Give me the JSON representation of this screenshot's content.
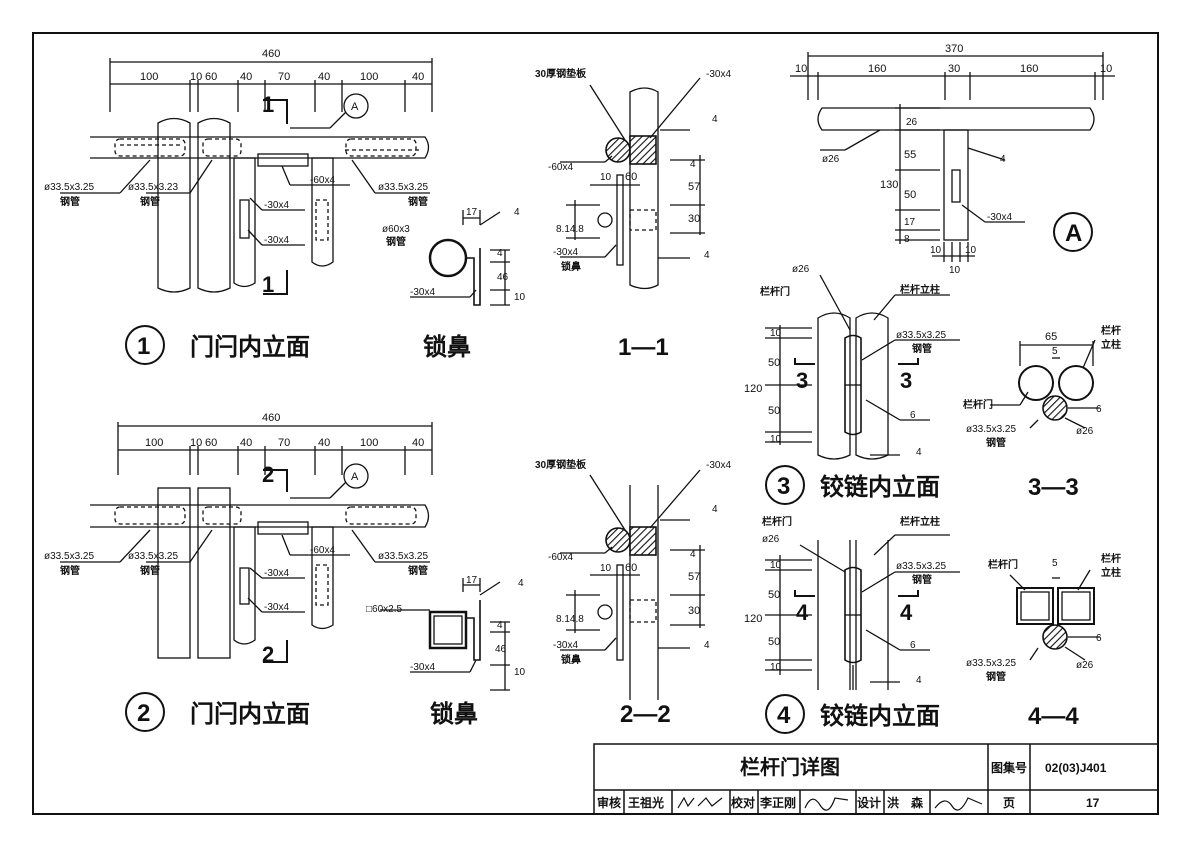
{
  "titles": {
    "detail1": "门闩内立面",
    "detail2": "门闩内立面",
    "lock": "锁鼻",
    "lock2": "锁鼻",
    "sec11": "1—1",
    "sec22": "2—2",
    "detail3": "铰链内立面",
    "detail4": "铰链内立面",
    "sec33": "3—3",
    "sec44": "4—4",
    "num1": "1",
    "num2": "2",
    "num3": "3",
    "num4": "4",
    "markA": "A",
    "markA_small": "A"
  },
  "dims": {
    "d460": "460",
    "d100": "100",
    "d10": "10",
    "d60": "60",
    "d40": "40",
    "d70": "70",
    "d370": "370",
    "d160": "160",
    "d30": "30",
    "d26": "26",
    "d55": "55",
    "d130": "130",
    "d50": "50",
    "d17": "17",
    "d8": "8",
    "d57": "57",
    "d4": "4",
    "d46": "46",
    "d120": "120",
    "d65": "65",
    "d5": "5",
    "d6": "6",
    "d14": "8.14.8"
  },
  "labels": {
    "pipe_3325": "ø33.5x3.25",
    "pipe_3323": "ø33.5x3.23",
    "steel_pipe": "钢管",
    "flat_60x4": "-60x4",
    "flat_30x4": "-30x4",
    "pipe_60x3": "ø60x3",
    "pad_30": "30厚钢垫板",
    "phi26": "ø26",
    "rail_door": "栏杆门",
    "rail_post": "栏杆立柱",
    "rail": "栏杆",
    "post": "立柱",
    "sq_60x25": "□60x2.5",
    "weld4": "4",
    "weld6": "6",
    "lock_nose": "锁鼻",
    "cut1": "1",
    "cut2": "2",
    "cut3": "3",
    "cut4": "4"
  },
  "titleblock": {
    "title": "栏杆门详图",
    "atlas_label": "图集号",
    "atlas_no": "02(03)J401",
    "page_label": "页",
    "page_no": "17",
    "review": "审核",
    "reviewer": "王祖光",
    "check": "校对",
    "checker": "李正刚",
    "design": "设计",
    "designer": "洪　森"
  }
}
